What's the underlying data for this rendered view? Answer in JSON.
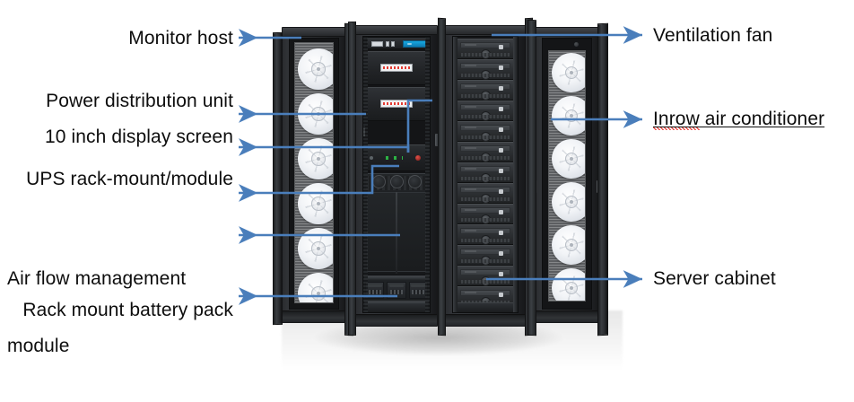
{
  "diagram": {
    "title": "Micro data center module annotated diagram",
    "accent_color": "#4a7ebb",
    "text_color": "#0d0d0d",
    "background_color": "#ffffff"
  },
  "labels_left": [
    {
      "id": "monitor-host",
      "text": "Monitor host"
    },
    {
      "id": "power-distribution-unit",
      "text": "Power distribution unit"
    },
    {
      "id": "display-screen",
      "text": "10 inch display screen"
    },
    {
      "id": "ups-rack-mount-module",
      "text": "UPS rack-mount/module"
    },
    {
      "id": "air-flow-management",
      "text_line1": "Air flow management",
      "text_line2": "module"
    },
    {
      "id": "rack-mount-battery-pack",
      "text": "Rack mount battery pack"
    }
  ],
  "labels_right": [
    {
      "id": "ventilation-fan",
      "text": "Ventilation fan"
    },
    {
      "id": "inrow-air-conditioner",
      "text_misspelled": "Inrow",
      "text_rest": " air conditioner"
    },
    {
      "id": "server-cabinet",
      "text": "Server cabinet"
    }
  ],
  "photo": {
    "alt": "Open micro data center containing two in-row air conditioner cabinets with ventilation fans, a power/UPS cabinet and a server cabinet",
    "cabinets": [
      {
        "id": "left-ac-cabinet",
        "type": "inrow-air-conditioner",
        "fan_count": 6
      },
      {
        "id": "power-ups-cabinet",
        "type": "power-ups"
      },
      {
        "id": "server-cabinet",
        "type": "server",
        "blade_count": 13
      },
      {
        "id": "right-ac-cabinet",
        "type": "inrow-air-conditioner",
        "fan_count": 6
      }
    ],
    "power_cabinet_modules": [
      {
        "id": "monitor-host",
        "label": "Monitor host"
      },
      {
        "id": "pdu-1",
        "label": "Power distribution unit"
      },
      {
        "id": "pdu-2",
        "label": "Power distribution unit"
      },
      {
        "id": "display-screen",
        "label": "10 inch display screen"
      },
      {
        "id": "ups-module",
        "label": "UPS rack-mount/module"
      },
      {
        "id": "air-flow-management",
        "label": "Air flow management module"
      },
      {
        "id": "battery-pack",
        "label": "Rack mount battery pack"
      }
    ]
  }
}
